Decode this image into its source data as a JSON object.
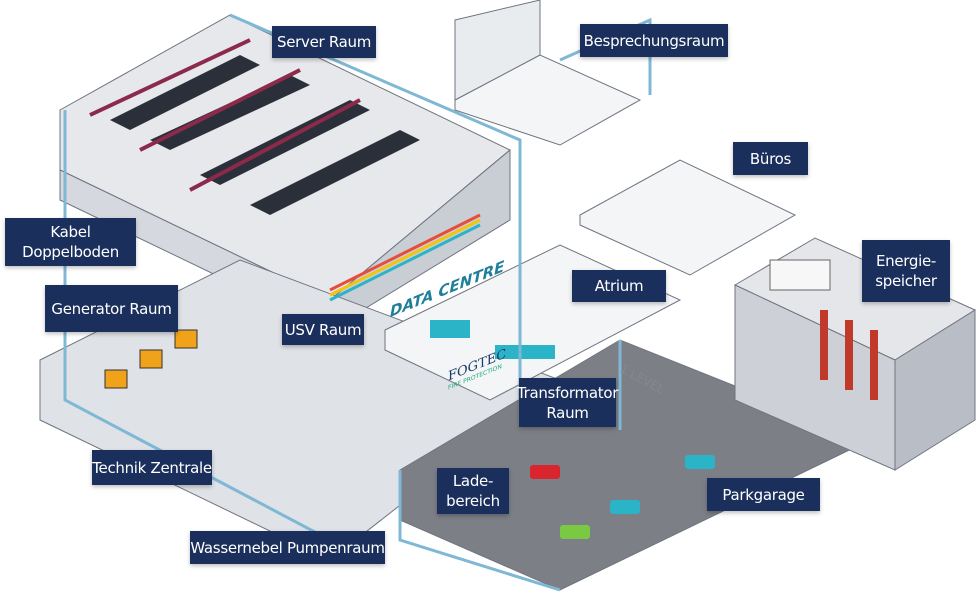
{
  "labels": {
    "server_raum": "Server Raum",
    "besprechungsraum": "Besprechungsraum",
    "bueros": "Büros",
    "kabel_doppelboden": "Kabel\nDoppelboden",
    "energiespeicher": "Energie-\nspeicher",
    "generator_raum": "Generator Raum",
    "atrium": "Atrium",
    "usv_raum": "USV Raum",
    "transformator_raum": "Transformator\nRaum",
    "technik_zentrale": "Technik Zentrale",
    "ladebereich": "Lade-\nbereich",
    "parkgarage": "Parkgarage",
    "wassernebel_pumpenraum": "Wassernebel Pumpenraum"
  },
  "signs": {
    "data_centre": "DATA CENTRE",
    "brand": "FOGTEC",
    "brand_tagline": "FIRE PROTECTION",
    "floor_level": "1 LEVEL"
  },
  "colors": {
    "label_bg": "#1b2f5c",
    "pipe": "#7fb8d4",
    "accent_teal": "#2bb3c8",
    "server_rack": "#2a2f3a"
  }
}
